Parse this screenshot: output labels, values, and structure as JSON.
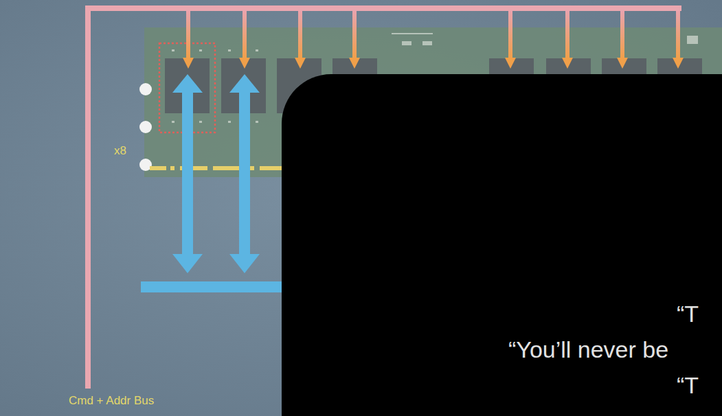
{
  "diagram": {
    "nodes": [
      {
        "text": [
          "“T",
          "“You’ll never be",
          "“T"
        ]
      }
    ],
    "labels": [
      "x8",
      "Cmd + Addr Bus"
    ]
  }
}
